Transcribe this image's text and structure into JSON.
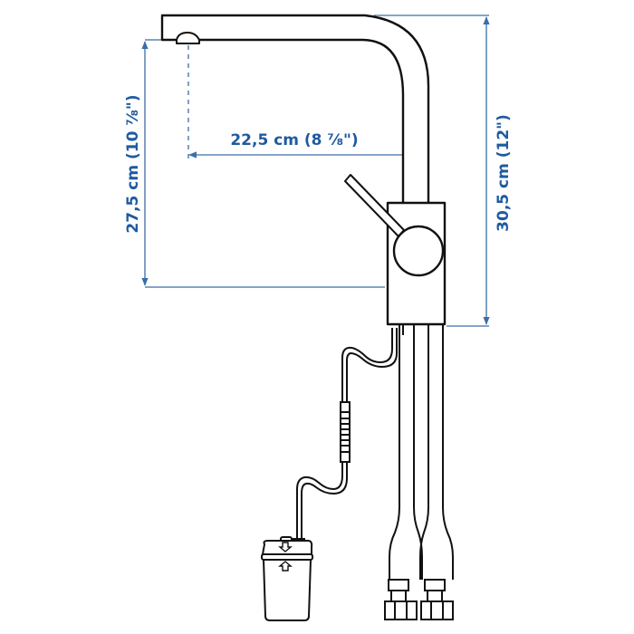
{
  "diagram": {
    "type": "technical-dimension-drawing",
    "subject": "kitchen mixer tap with pull-out spout, supply hoses and filter cartridge",
    "colors": {
      "line": "#111111",
      "dimension": "#3a6ea8",
      "dimension_text": "#1f5aa0",
      "background": "#ffffff"
    },
    "dimensions": {
      "spout_height": {
        "label": "27,5 cm (10 ⅞\")",
        "orientation": "vertical-left"
      },
      "spout_reach": {
        "label": "22,5 cm (8 ⅞\")",
        "orientation": "horizontal"
      },
      "total_height": {
        "label": "30,5 cm (12\")",
        "orientation": "vertical-right"
      }
    },
    "parts": [
      "spout",
      "aerator",
      "handle-lever",
      "handle-hub",
      "tap-body",
      "cartridge-hose",
      "hose-connector",
      "supply-hoses",
      "hose-nuts",
      "filter-cartridge"
    ]
  }
}
